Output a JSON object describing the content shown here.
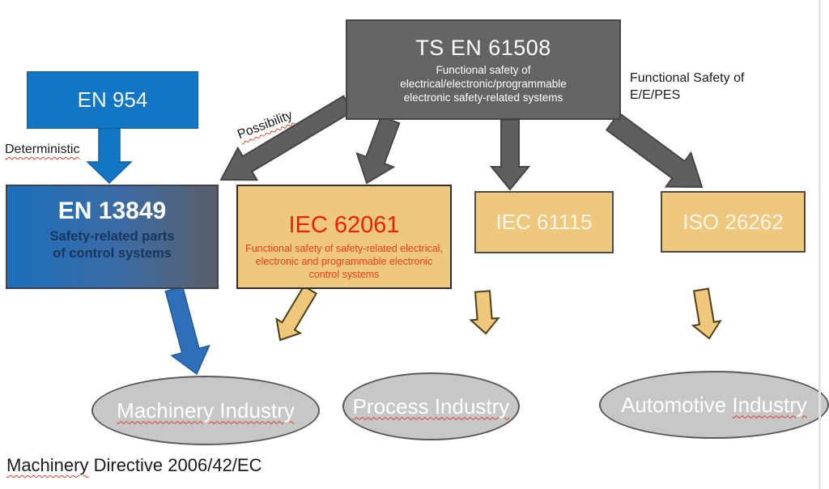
{
  "diagram": {
    "top_box": {
      "title": "TS EN 61508",
      "subtitle_lines": [
        "Functional safety of",
        "electrical/electronic/programmable",
        "electronic safety-related systems"
      ]
    },
    "side_note": {
      "line1": "Functional Safety of",
      "line2": "E/E/PES"
    },
    "en954": {
      "title": "EN 954"
    },
    "deterministic_label": "Deterministic",
    "possibility_label": "Possibility",
    "en13849": {
      "title": "EN 13849",
      "subtitle_lines": [
        "Safety-related parts",
        "of control systems"
      ]
    },
    "iec62061": {
      "title": "IEC 62061",
      "subtitle_lines": [
        "Functional safety of safety-related electrical,",
        "electronic and programmable electronic",
        "control systems"
      ]
    },
    "iec61115": {
      "title": "IEC 61115"
    },
    "iso26262": {
      "title": "ISO 26262"
    },
    "industries": {
      "machinery": "Machinery Industry",
      "process": "Process Industry",
      "automotive_prefix": "Automotive ",
      "automotive_suffix": "Industry"
    },
    "footer": {
      "word_underlined": "Machinery",
      "rest": " Directive 2006/42/EC"
    },
    "colors": {
      "gray_box": "#646464",
      "tan_box": "#edc87e",
      "blue_box": "#1376c5",
      "en13849_gradient_left": "#1b6fbb",
      "en13849_gradient_right": "#5a5e68",
      "ellipse_fill": "#c7c7c7",
      "red_text": "#ee2200",
      "navy_text": "#17365d",
      "arrow_gray": "#5f5f5f",
      "arrow_blue": "#2e6fb7",
      "arrow_tan": "#f0c87c",
      "squiggle_red": "#d8402c"
    }
  }
}
